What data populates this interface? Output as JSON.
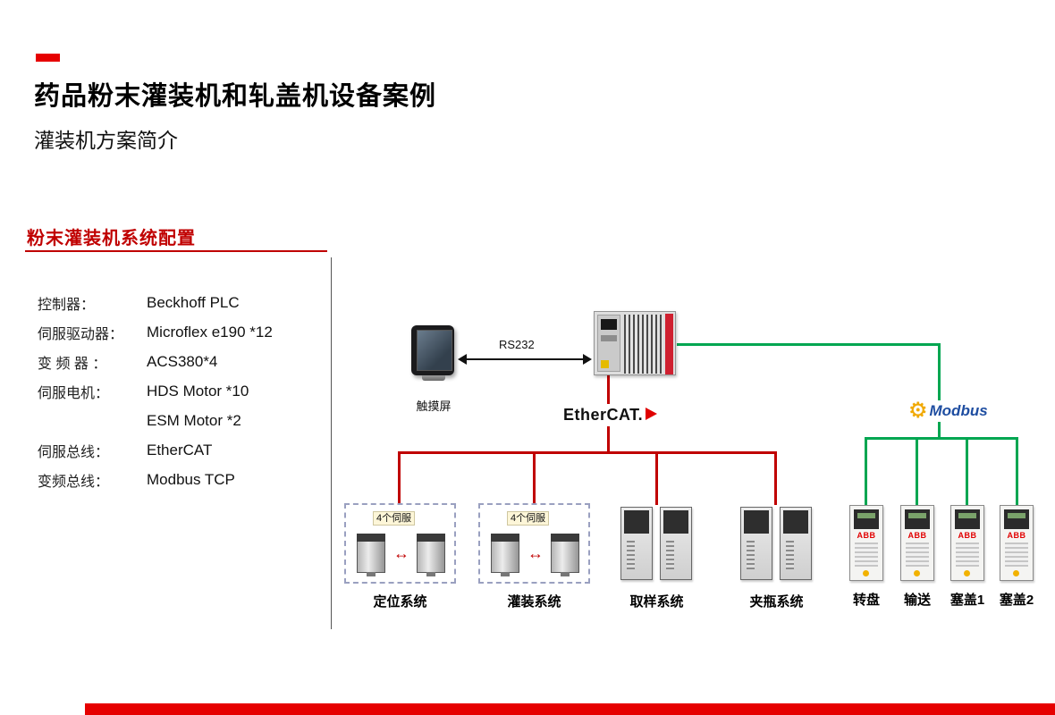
{
  "slide": {
    "title": "药品粉末灌装机和轧盖机设备案例",
    "subtitle": "灌装机方案简介",
    "section_heading": "粉末灌装机系统配置"
  },
  "specs": {
    "rows": [
      {
        "label": "控制器：",
        "value": "Beckhoff PLC"
      },
      {
        "label": "伺服驱动器：",
        "value": "Microflex e190 *12"
      },
      {
        "label": "变 频 器 ：",
        "value": "ACS380*4"
      },
      {
        "label": "伺服电机：",
        "value": "HDS Motor *10"
      },
      {
        "label": "",
        "value": "ESM Motor *2"
      },
      {
        "label": "伺服总线：",
        "value": "EtherCAT"
      },
      {
        "label": "变频总线：",
        "value": "Modbus TCP"
      }
    ]
  },
  "diagram": {
    "touchscreen_label": "触摸屏",
    "rs232_label": "RS232",
    "ethercat_label": "EtherCAT.",
    "modbus_label": "Modbus",
    "servo_badge": "4个伺服",
    "arrow_glyph": "↔",
    "gear_glyph": "⚙",
    "abb_logo": "ABB",
    "groups": [
      {
        "label": "定位系统"
      },
      {
        "label": "灌装系统"
      },
      {
        "label": "取样系统"
      },
      {
        "label": "夹瓶系统"
      }
    ],
    "vfds": [
      {
        "label": "转盘"
      },
      {
        "label": "输送"
      },
      {
        "label": "塞盖1"
      },
      {
        "label": "塞盖2"
      }
    ]
  },
  "colors": {
    "accent_red": "#e60000",
    "heading_red": "#c00000",
    "bus_red": "#c00000",
    "bus_green": "#00a651",
    "modbus_blue": "#1f4ea1",
    "modbus_yellow": "#f0a800"
  }
}
